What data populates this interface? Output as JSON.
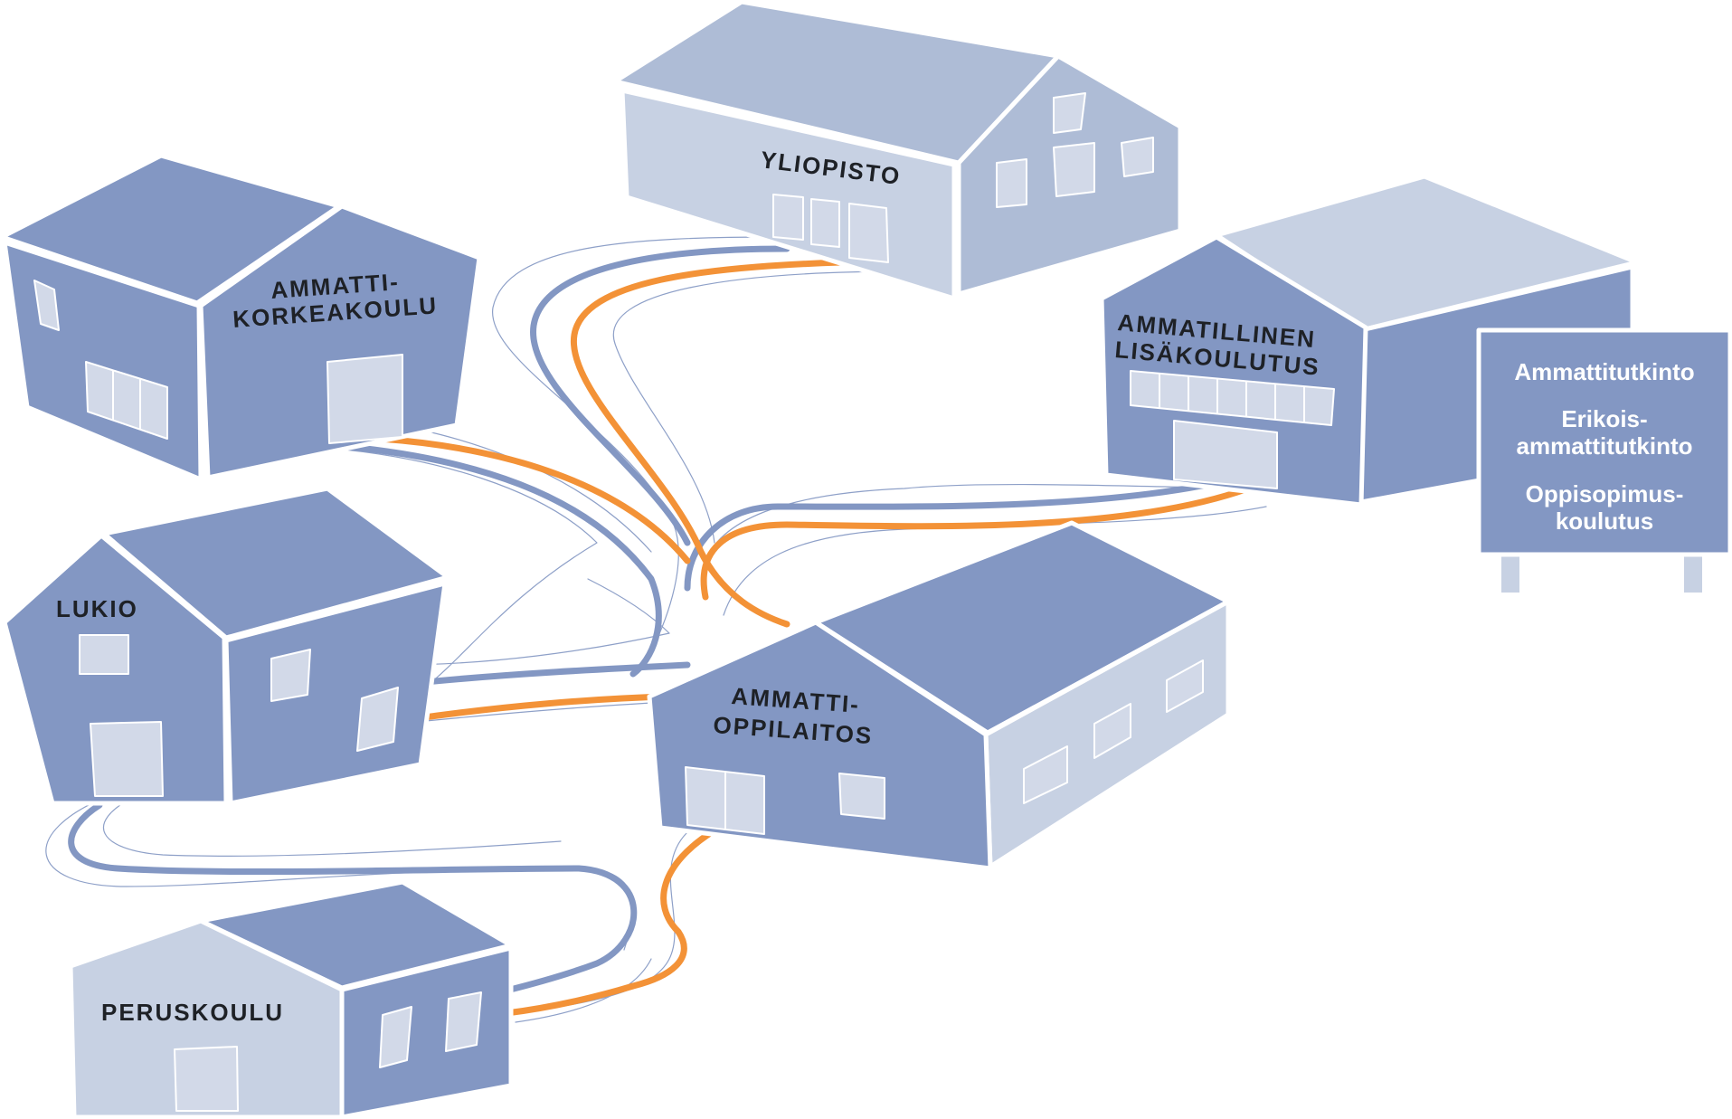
{
  "colors": {
    "dark_wall": "#8397c3",
    "dark_roof": "#8397c3",
    "light_wall": "#c7d1e3",
    "light_roof": "#aebcd6",
    "window": "#d2d9e8",
    "edge": "#ffffff",
    "path_blue": "#8397c3",
    "path_orange": "#f39237",
    "path_outline": "#8ea0c8"
  },
  "buildings": {
    "yliopisto": "YLIOPISTO",
    "amk_line1": "AMMATTI-",
    "amk_line2": "KORKEAKOULU",
    "lisa_line1": "AMMATILLINEN",
    "lisa_line2": "LISÄKOULUTUS",
    "lukio": "LUKIO",
    "oppilaitos_line1": "AMMATTI-",
    "oppilaitos_line2": "OPPILAITOS",
    "peruskoulu": "PERUSKOULU"
  },
  "sign": {
    "item1": "Ammattitutkinto",
    "item2_line1": "Erikois-",
    "item2_line2": "ammattitutkinto",
    "item3_line1": "Oppisopimus-",
    "item3_line2": "koulutus"
  }
}
